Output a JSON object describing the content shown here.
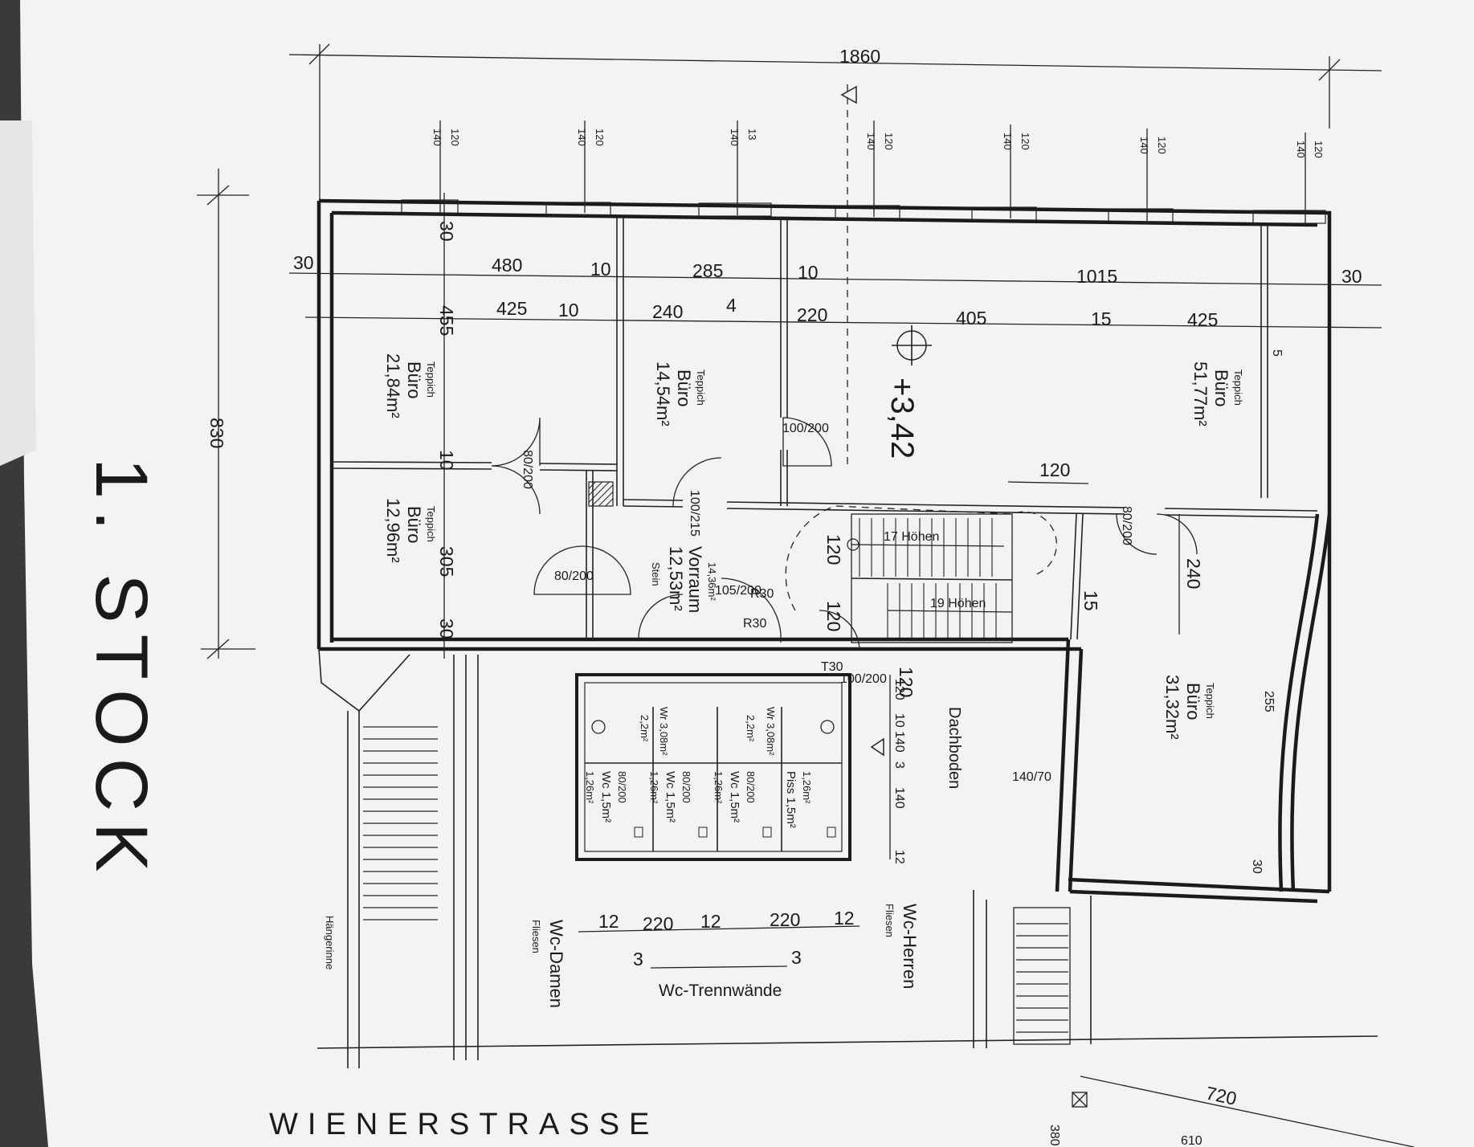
{
  "plan": {
    "floor_title": "1. STOCK",
    "street_name": "WIENERSTRASSE",
    "level_mark": "+3,42",
    "overall_width": "1860",
    "overall_depth": "830",
    "dimensions_row1": [
      "30",
      "480",
      "10",
      "285",
      "10",
      "1015",
      "30"
    ],
    "dimensions_row2": [
      "425",
      "10",
      "240",
      "4",
      "220",
      "405",
      "15",
      "425"
    ],
    "left_vertical_dims": [
      "30",
      "455",
      "10",
      "305",
      "30"
    ],
    "window_dims": {
      "a": "140",
      "b": "120",
      "c": "13"
    },
    "rooms": [
      {
        "floor": "Teppich",
        "name": "Büro",
        "area": "21,84m²"
      },
      {
        "floor": "Teppich",
        "name": "Büro",
        "area": "14,54m²"
      },
      {
        "floor": "Teppich",
        "name": "Büro",
        "area": "51,77m²"
      },
      {
        "floor": "Teppich",
        "name": "Büro",
        "area": "12,96m²"
      },
      {
        "floor": "Teppich",
        "name": "Büro",
        "area": "31,32m²"
      },
      {
        "floor": "Stein",
        "name": "Vorraum",
        "area": "12,53m²",
        "extra": "14,36m²"
      }
    ],
    "door_labels": [
      "80/200",
      "100/200",
      "100/215",
      "105/200",
      "80/200",
      "80/200"
    ],
    "fire_rating": "R30",
    "fire_rating_door": "T30",
    "door_t30": "100/200",
    "stairs": {
      "upper": "17 Höhen",
      "lower": "19 Höhen"
    },
    "stair_dims": [
      "120",
      "120",
      "120",
      "120",
      "15",
      "240"
    ],
    "attic": "Dachboden",
    "wc_cells": [
      {
        "label": "Wc 1,5m²",
        "door": "80/200",
        "area": "1,26m²"
      },
      {
        "label": "Wc 1,5m²",
        "door": "80/200",
        "area": "1,26m²"
      },
      {
        "label": "Wc 1,5m²",
        "door": "80/200",
        "area": "1,26m²"
      },
      {
        "label": "Piss 1,5m²",
        "door": "",
        "area": "1,26m²"
      }
    ],
    "wr_labels": [
      "Wr 3,08m²",
      "Wr 3,08m²"
    ],
    "wr_area": "2,2m²",
    "wc_damen": "Wc-Damen",
    "wc_herren": "Wc-Herren",
    "tile": "Fliesen",
    "wc_dims": [
      "12",
      "220",
      "12",
      "220",
      "12"
    ],
    "wc_trenn": "Wc-Trennwände",
    "wc_trenn_dims": [
      "3",
      "3"
    ],
    "right_dims": [
      "120",
      "10",
      "140",
      "3",
      "140",
      "12"
    ],
    "dims_255": "255",
    "dims_30": "30",
    "dims_140_70": "140/70",
    "dims_5": "5",
    "gutter": "Hängerinne",
    "bottom_dims": [
      "720",
      "610",
      "380"
    ]
  }
}
